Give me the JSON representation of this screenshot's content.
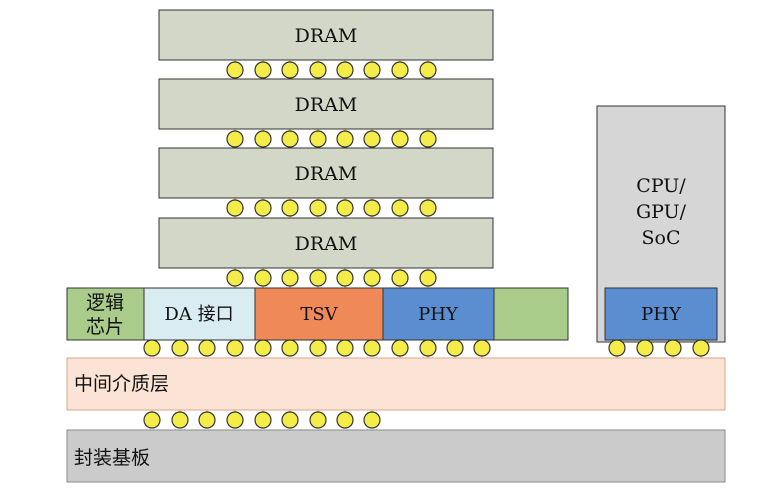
{
  "dram_dies": [
    {
      "label": "DRAM"
    },
    {
      "label": "DRAM"
    },
    {
      "label": "DRAM"
    },
    {
      "label": "DRAM"
    }
  ],
  "logic_die": {
    "label_line1": "逻辑",
    "label_line2": "芯片",
    "da_interface": "DA 接口",
    "tsv": "TSV",
    "phy": "PHY"
  },
  "processor": {
    "line1": "CPU/",
    "line2": "GPU/",
    "line3": "SoC",
    "phy": "PHY"
  },
  "interposer": {
    "label": "中间介质层"
  },
  "substrate": {
    "label": "封装基板"
  },
  "colors": {
    "die_fill": "#d3d7c7",
    "processor_fill": "#d6d6d6",
    "logic_label_fill": "#a9cc8a",
    "da_fill": "#d8ecf2",
    "tsv_fill": "#ef8a58",
    "phy_fill": "#5b8ed0",
    "logic_extra_fill": "#a9cc8a",
    "interposer_fill": "#fbe4d6",
    "substrate_fill": "#cbcbcb",
    "bump_fill": "#f4ec48",
    "wire_color": "#f0a63a"
  }
}
